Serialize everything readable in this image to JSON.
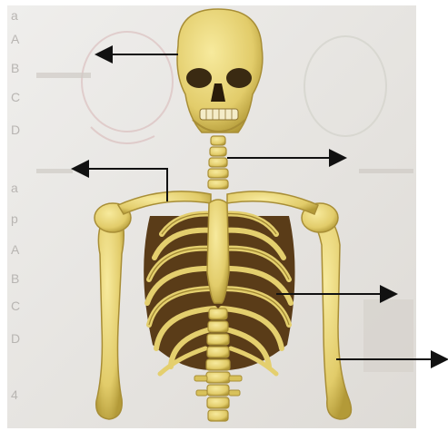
{
  "figure": {
    "subject": "human-skeleton-upper-body",
    "label_arrows": [
      {
        "id": "skull",
        "direction": "left"
      },
      {
        "id": "clavicle",
        "direction": "left"
      },
      {
        "id": "cervical-vertebrae",
        "direction": "right"
      },
      {
        "id": "ribs",
        "direction": "right"
      },
      {
        "id": "humerus",
        "direction": "right"
      }
    ]
  },
  "colors": {
    "paper": "#e8e6e3",
    "bone": "#e6d47a",
    "bone_shadow": "#b39a38",
    "rib_dark": "#5a3c18",
    "arrow": "#111111"
  }
}
